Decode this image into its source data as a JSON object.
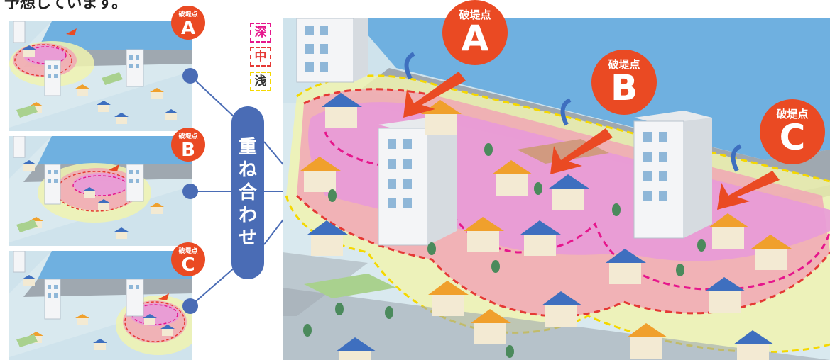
{
  "caption": "予想しています。",
  "breach_point_label": "破堤点",
  "points": [
    "A",
    "B",
    "C"
  ],
  "overlay_label_chars": [
    "重",
    "ね",
    "合",
    "わ",
    "せ"
  ],
  "legend": [
    {
      "label": "深",
      "color": "#e6168c"
    },
    {
      "label": "中",
      "color": "#e53935"
    },
    {
      "label": "浅",
      "color": "#f5d800"
    }
  ],
  "colors": {
    "badge": "#ea4a23",
    "connector": "#4a6cb5",
    "river": "#6fb0e0",
    "flood_deep": "#e89ad8",
    "flood_mid": "#f1a7b5",
    "flood_shallow": "#f0f3b0",
    "ground": "#cfe3ec"
  }
}
